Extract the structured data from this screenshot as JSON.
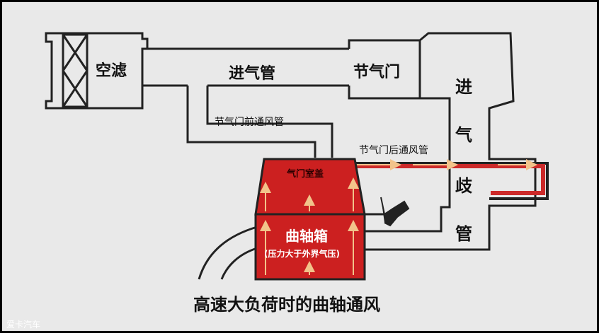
{
  "labels": {
    "air_filter": "空滤",
    "intake_pipe": "进气管",
    "throttle": "节气门",
    "manifold_chars": [
      "进",
      "气",
      "歧",
      "管"
    ],
    "pre_throttle_vent": "节气门前通风管",
    "post_throttle_vent": "节气门后通风管",
    "valve_cover": "气门室盖",
    "crankcase": "曲轴箱",
    "pressure_note": "(压力大于外界气压)",
    "caption": "高速大负荷时的曲轴通风",
    "watermark": "爱卡汽车"
  },
  "colors": {
    "background": "#e9e9e9",
    "pipe_stroke": "#222222",
    "crankcase_fill": "#cc2020",
    "vent_flow": "#cc2a2a",
    "arrow": "#f2c38a"
  },
  "icons": [
    "air-filter-element-icon",
    "pcv-valve-icon",
    "flow-arrow-icon"
  ]
}
